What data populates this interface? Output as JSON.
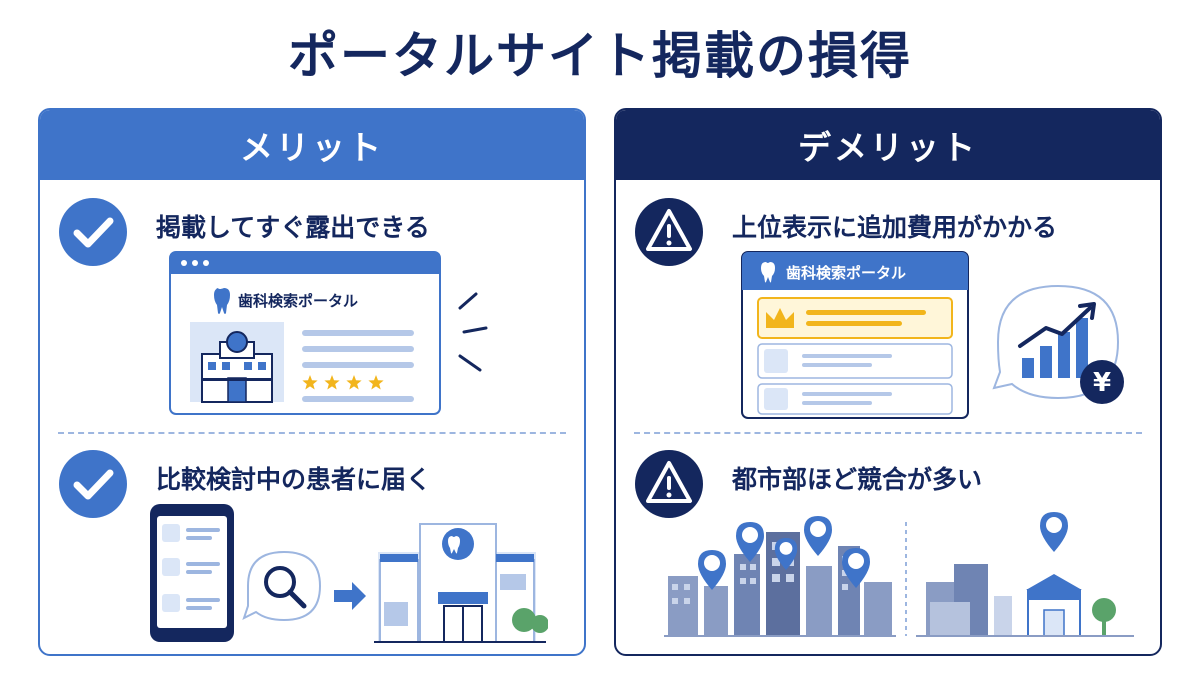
{
  "title": "ポータルサイト掲載の損得",
  "merit": {
    "header": "メリット",
    "items": [
      {
        "title": "掲載してすぐ露出できる",
        "portal_name": "歯科検索ポータル",
        "rating_stars": 4
      },
      {
        "title": "比較検討中の患者に届く"
      }
    ]
  },
  "demerit": {
    "header": "デメリット",
    "items": [
      {
        "title": "上位表示に追加費用がかかる",
        "portal_name": "歯科検索ポータル",
        "currency_symbol": "¥"
      },
      {
        "title": "都市部ほど競合が多い"
      }
    ]
  },
  "colors": {
    "primary_blue": "#3f74c9",
    "navy": "#14275e",
    "gold": "#f2b51c",
    "light_blue": "#dbe6f7"
  },
  "icons": [
    "check-icon",
    "warning-icon",
    "tooth-icon",
    "crown-icon",
    "search-icon",
    "arrow-right-icon",
    "trend-up-icon",
    "yen-icon",
    "location-pin-icon",
    "building-icon",
    "smartphone-icon",
    "tree-icon"
  ]
}
